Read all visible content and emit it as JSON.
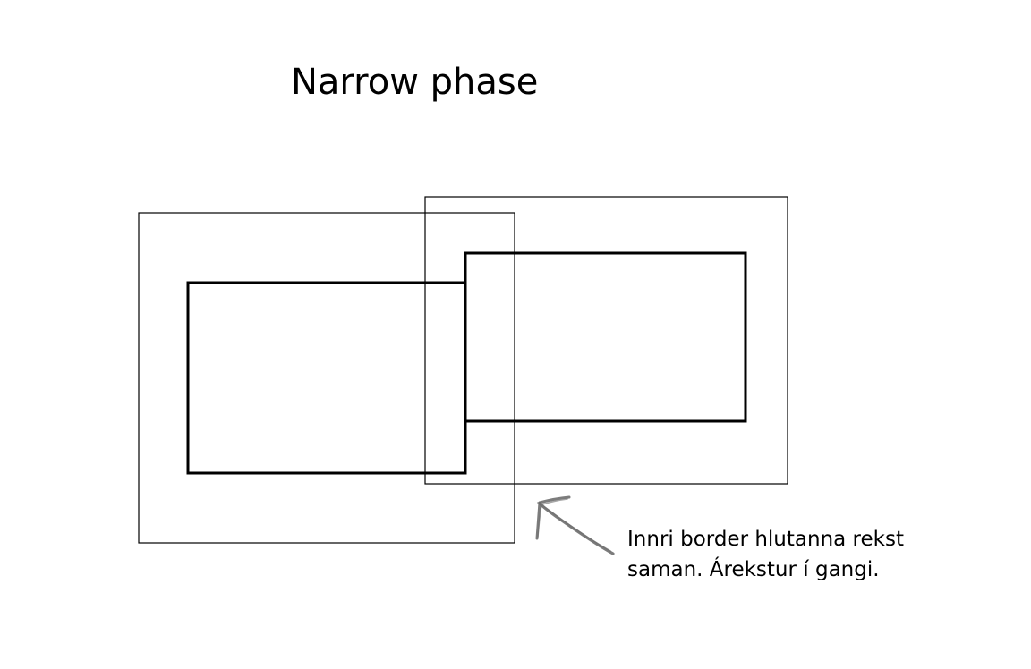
{
  "title": "Narrow phase",
  "annotation": {
    "line1": "Innri border hlutanna rekst",
    "line2": "saman. Árekstur í gangi."
  },
  "colors": {
    "background": "#ffffff",
    "stroke": "#000000",
    "arrow": "#707070"
  },
  "icons": {
    "pointer": "hand-drawn-arrow-icon"
  }
}
